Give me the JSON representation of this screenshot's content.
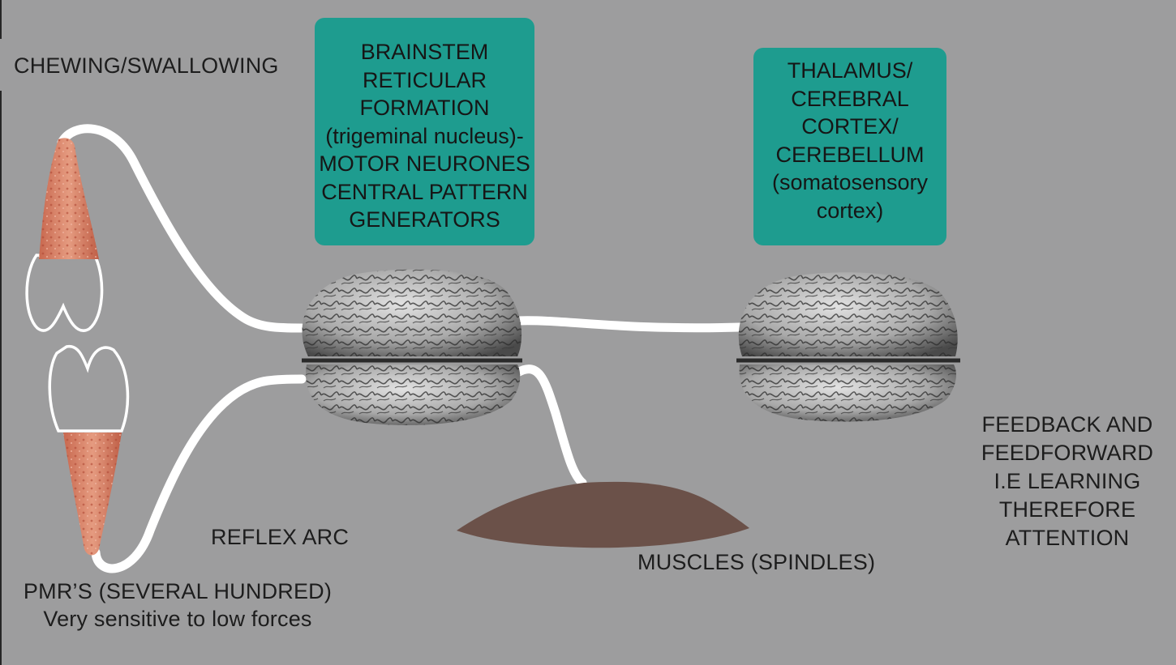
{
  "labels": {
    "chewing": "CHEWING/SWALLOWING",
    "reflex_arc": "REFLEX ARC",
    "muscles": "MUSCLES (SPINDLES)",
    "pmr_line1": "PMR’S (SEVERAL HUNDRED)",
    "pmr_line2": "Very sensitive to low forces",
    "feedback": [
      "FEEDBACK AND",
      "FEEDFORWARD",
      "I.E LEARNING",
      "THEREFORE",
      "ATTENTION"
    ]
  },
  "boxes": {
    "brainstem": [
      "BRAINSTEM",
      "RETICULAR",
      "FORMATION",
      "(trigeminal nucleus)-",
      "MOTOR NEURONES",
      "CENTRAL PATTERN",
      "GENERATORS"
    ],
    "thalamus": [
      "THALAMUS/",
      "CEREBRAL",
      "CORTEX/",
      "CEREBELLUM",
      "(somatosensory",
      "cortex)"
    ]
  },
  "colors": {
    "background": "#9d9d9e",
    "box": "#1e9c8f",
    "pathway": "#ffffff",
    "gum": "#d9836a",
    "muscle": "#6b5149",
    "brain": "#bdbdbd"
  }
}
